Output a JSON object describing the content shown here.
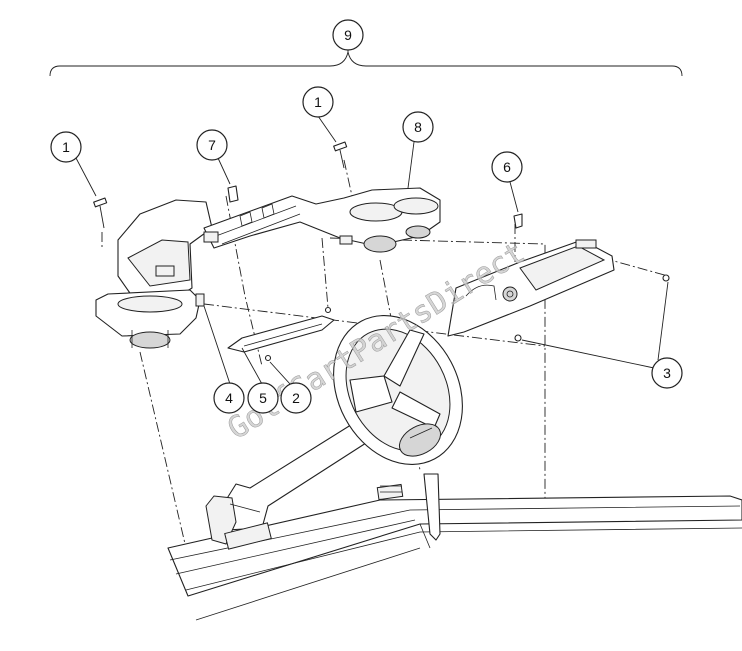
{
  "watermark": "GolfCartPartsDirect",
  "callouts": {
    "assembly": "9",
    "screw_left": "1",
    "screw_center": "1",
    "clip_7": "7",
    "bezel_8": "8",
    "screw_6": "6",
    "bracket_4": "4",
    "plate_5": "5",
    "screw_2": "2",
    "screw_3": "3"
  }
}
